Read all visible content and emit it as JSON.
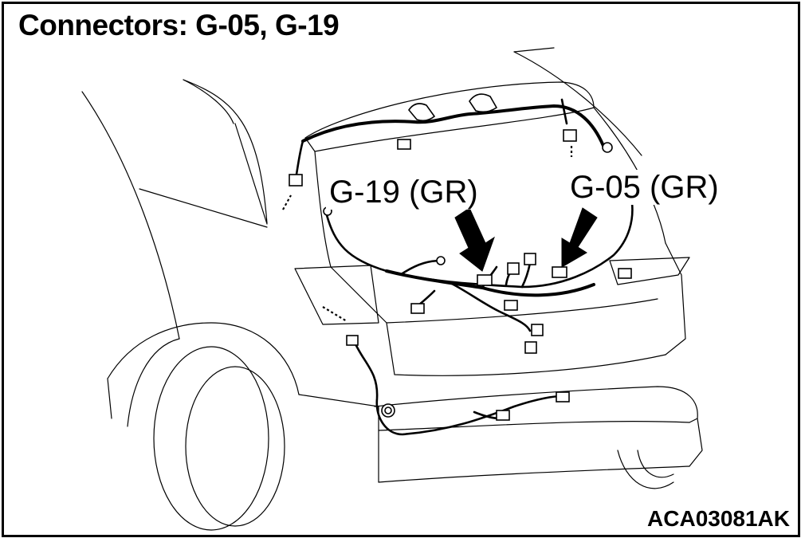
{
  "title": "Connectors: G-05, G-19",
  "callouts": {
    "g19": "G-19 (GR)",
    "g05": "G-05 (GR)"
  },
  "figure_code": "ACA03081AK",
  "colors": {
    "line": "#000000",
    "background": "#ffffff"
  }
}
